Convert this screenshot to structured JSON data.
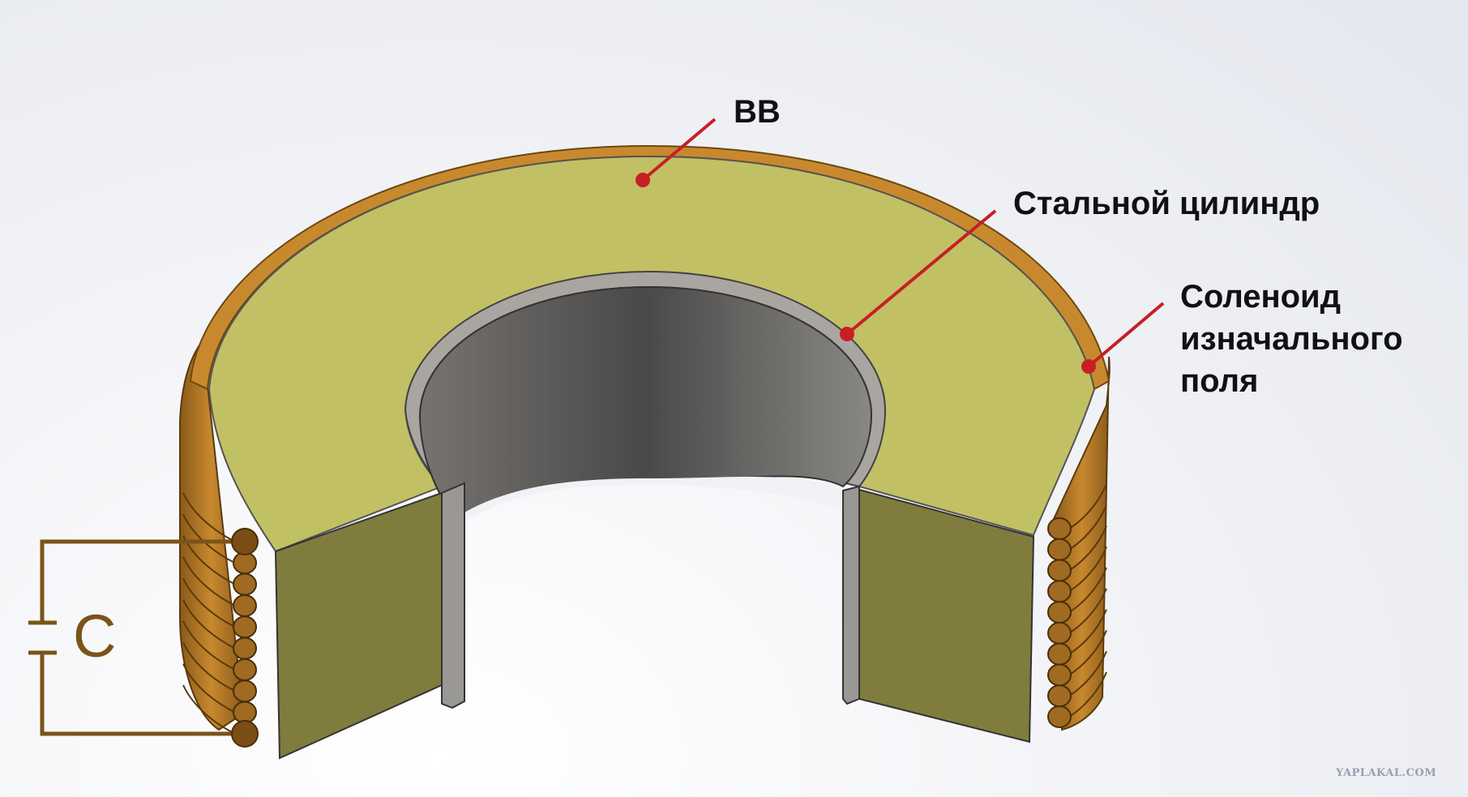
{
  "labels": {
    "explosive": "ВВ",
    "steel_cylinder": "Стальной цилиндр",
    "solenoid": "Соленоид\nизначального\nполя",
    "capacitor": "C"
  },
  "watermark": "YAPLAKAL.COM",
  "colors": {
    "explosive_top": "#c2c064",
    "explosive_side": "#7f7c3e",
    "copper": "#c8892e",
    "copper_dark": "#7e4f12",
    "steel": "#8f8c88",
    "steel_inner_dark": "#4a4948",
    "pointer": "#c61f26",
    "circuit": "#7a5418"
  },
  "coil": {
    "turns": 10
  }
}
